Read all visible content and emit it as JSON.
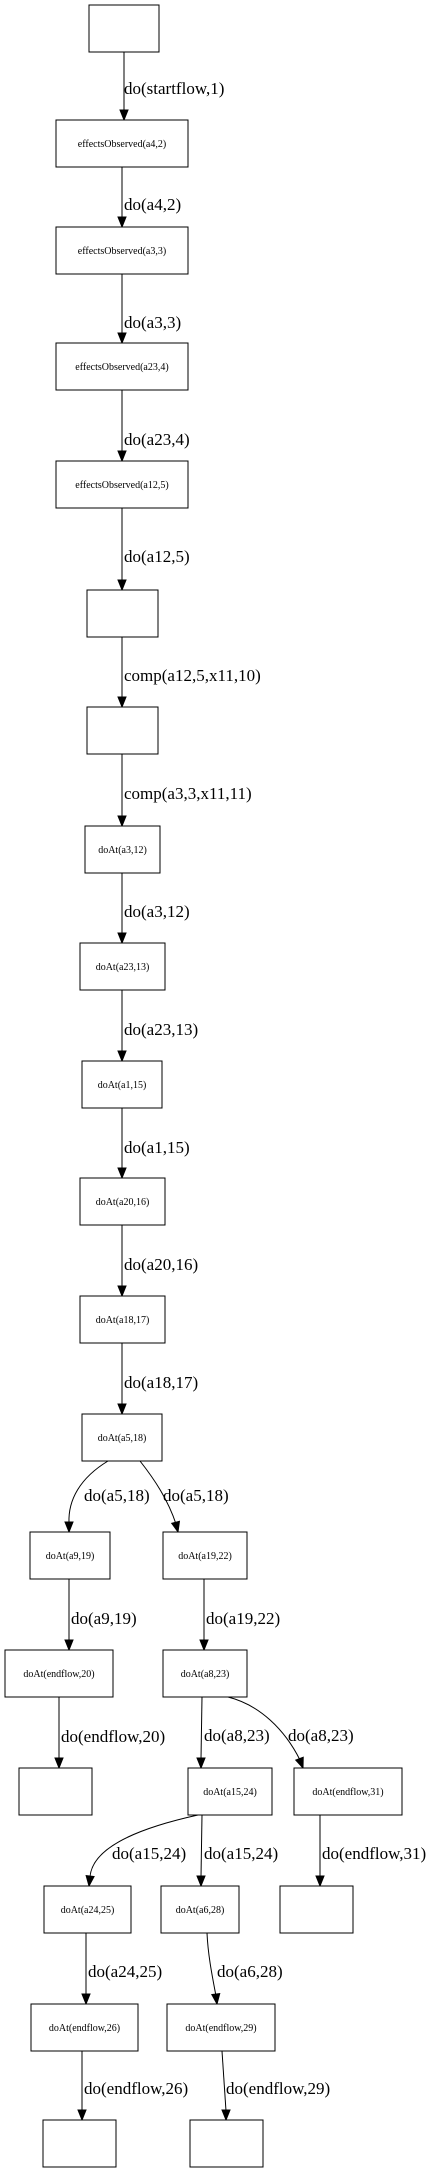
{
  "diagram": {
    "nodes": [
      {
        "id": "n0",
        "label": ""
      },
      {
        "id": "n1",
        "label": "effectsObserved(a4,2)"
      },
      {
        "id": "n2",
        "label": "effectsObserved(a3,3)"
      },
      {
        "id": "n3",
        "label": "effectsObserved(a23,4)"
      },
      {
        "id": "n4",
        "label": "effectsObserved(a12,5)"
      },
      {
        "id": "n5",
        "label": ""
      },
      {
        "id": "n6",
        "label": ""
      },
      {
        "id": "n7",
        "label": "doAt(a3,12)"
      },
      {
        "id": "n8",
        "label": "doAt(a23,13)"
      },
      {
        "id": "n9",
        "label": "doAt(a1,15)"
      },
      {
        "id": "n10",
        "label": "doAt(a20,16)"
      },
      {
        "id": "n11",
        "label": "doAt(a18,17)"
      },
      {
        "id": "n12",
        "label": "doAt(a5,18)"
      },
      {
        "id": "n13",
        "label": "doAt(a9,19)"
      },
      {
        "id": "n14",
        "label": "doAt(a19,22)"
      },
      {
        "id": "n15",
        "label": "doAt(endflow,20)"
      },
      {
        "id": "n16",
        "label": "doAt(a8,23)"
      },
      {
        "id": "n17",
        "label": ""
      },
      {
        "id": "n18",
        "label": "doAt(a15,24)"
      },
      {
        "id": "n19",
        "label": "doAt(endflow,31)"
      },
      {
        "id": "n20",
        "label": "doAt(a24,25)"
      },
      {
        "id": "n21",
        "label": "doAt(a6,28)"
      },
      {
        "id": "n22",
        "label": ""
      },
      {
        "id": "n23",
        "label": "doAt(endflow,26)"
      },
      {
        "id": "n24",
        "label": "doAt(endflow,29)"
      },
      {
        "id": "n25",
        "label": ""
      },
      {
        "id": "n26",
        "label": ""
      }
    ],
    "edges": [
      {
        "from": "n0",
        "to": "n1",
        "label": "do(startflow,1)"
      },
      {
        "from": "n1",
        "to": "n2",
        "label": "do(a4,2)"
      },
      {
        "from": "n2",
        "to": "n3",
        "label": "do(a3,3)"
      },
      {
        "from": "n3",
        "to": "n4",
        "label": "do(a23,4)"
      },
      {
        "from": "n4",
        "to": "n5",
        "label": "do(a12,5)"
      },
      {
        "from": "n5",
        "to": "n6",
        "label": "comp(a12,5,x11,10)"
      },
      {
        "from": "n6",
        "to": "n7",
        "label": "comp(a3,3,x11,11)"
      },
      {
        "from": "n7",
        "to": "n8",
        "label": "do(a3,12)"
      },
      {
        "from": "n8",
        "to": "n9",
        "label": "do(a23,13)"
      },
      {
        "from": "n9",
        "to": "n10",
        "label": "do(a1,15)"
      },
      {
        "from": "n10",
        "to": "n11",
        "label": "do(a20,16)"
      },
      {
        "from": "n11",
        "to": "n12",
        "label": "do(a18,17)"
      },
      {
        "from": "n12",
        "to": "n13",
        "label": "do(a5,18)"
      },
      {
        "from": "n12",
        "to": "n14",
        "label": "do(a5,18)"
      },
      {
        "from": "n13",
        "to": "n15",
        "label": "do(a9,19)"
      },
      {
        "from": "n14",
        "to": "n16",
        "label": "do(a19,22)"
      },
      {
        "from": "n15",
        "to": "n17",
        "label": "do(endflow,20)"
      },
      {
        "from": "n16",
        "to": "n18",
        "label": "do(a8,23)"
      },
      {
        "from": "n16",
        "to": "n19",
        "label": "do(a8,23)"
      },
      {
        "from": "n18",
        "to": "n20",
        "label": "do(a15,24)"
      },
      {
        "from": "n18",
        "to": "n21",
        "label": "do(a15,24)"
      },
      {
        "from": "n19",
        "to": "n22",
        "label": "do(endflow,31)"
      },
      {
        "from": "n20",
        "to": "n23",
        "label": "do(a24,25)"
      },
      {
        "from": "n21",
        "to": "n24",
        "label": "do(a6,28)"
      },
      {
        "from": "n23",
        "to": "n25",
        "label": "do(endflow,26)"
      },
      {
        "from": "n24",
        "to": "n26",
        "label": "do(endflow,29)"
      }
    ]
  }
}
